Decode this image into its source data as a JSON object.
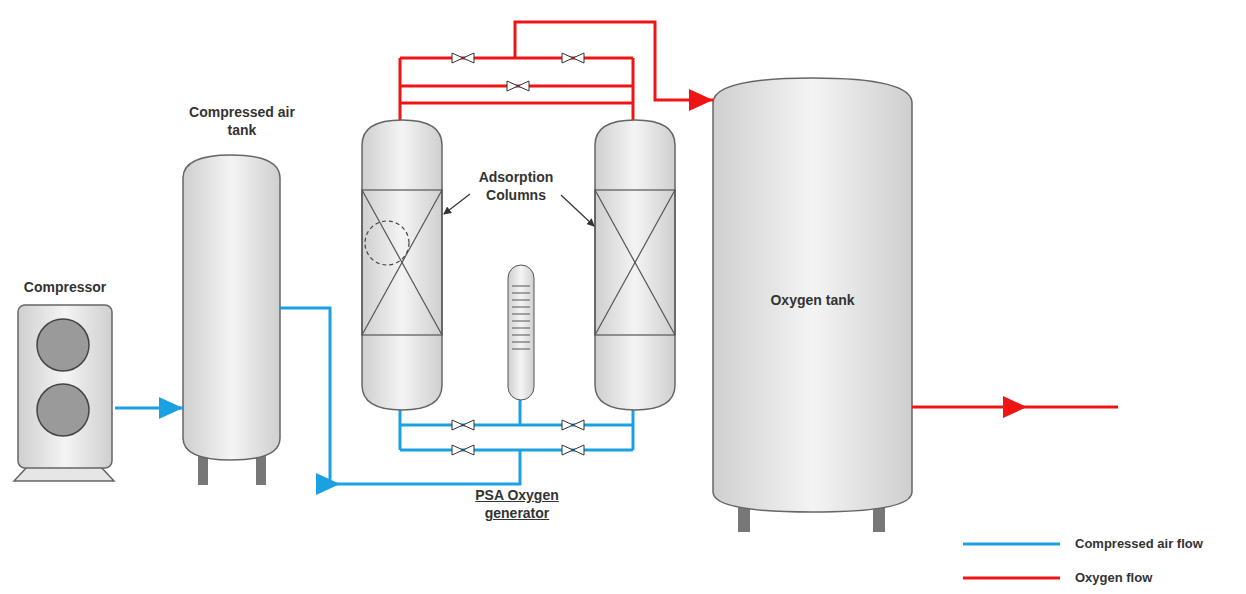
{
  "diagram": {
    "nodes": [
      {
        "text": [
          "Compressor"
        ]
      },
      {
        "text": [
          "Compressed air tank"
        ]
      },
      {
        "text": [
          "PSA Oxygen generator"
        ]
      },
      {
        "text": [
          "Oxygen tank"
        ]
      }
    ],
    "edges": [
      {
        "from": 0,
        "to": 1,
        "arrow": "to"
      },
      {
        "from": 1,
        "to": 2,
        "arrow": "to"
      },
      {
        "from": 2,
        "to": 3,
        "arrow": "to"
      }
    ],
    "labels": [
      "Adsorption Columns"
    ],
    "legend": [
      {
        "text": "Compressed air flow"
      },
      {
        "text": "Oxygen flow"
      }
    ]
  }
}
